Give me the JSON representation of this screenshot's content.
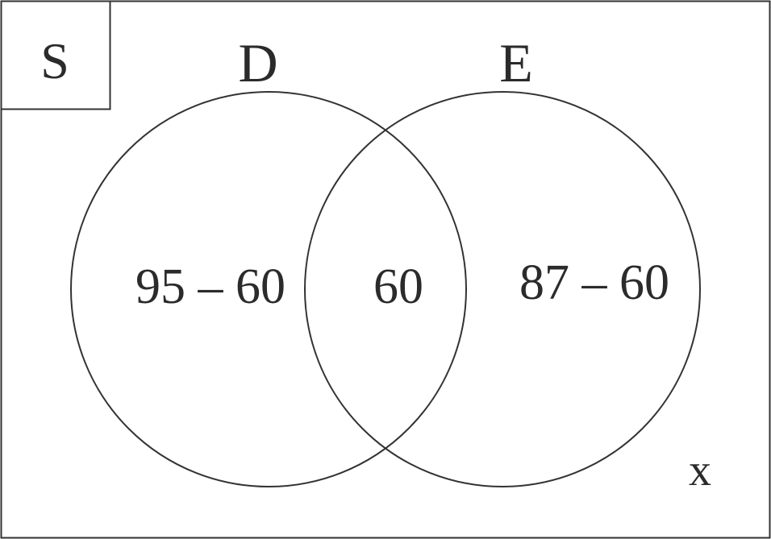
{
  "venn": {
    "universe_label": "S",
    "sets": [
      {
        "label": "D"
      },
      {
        "label": "E"
      }
    ],
    "regions": {
      "d_only": "95 – 60",
      "intersection": "60",
      "e_only": "87 – 60",
      "outside": "x"
    },
    "colors": {
      "stroke": "#333333",
      "text": "#2b2b2b",
      "background": "#ffffff"
    }
  }
}
